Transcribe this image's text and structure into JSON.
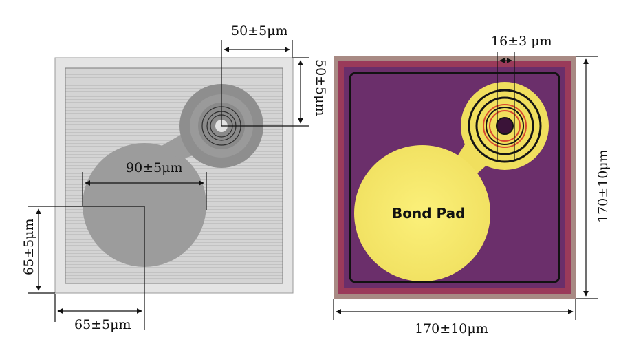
{
  "layout_drawing": {
    "dims": {
      "ring_x_offset": "50±5μm",
      "ring_y_offset": "50±5μm",
      "pad_diameter": "90±5μm",
      "pad_y_offset": "65±5μm",
      "pad_x_offset": "65±5μm"
    },
    "colors": {
      "frame": "#e4e4e4",
      "background": "#d2d2d2",
      "pad": "#9c9c9c",
      "ring_outer": "#8e8e8e"
    }
  },
  "micrograph": {
    "pad_label": "Bond Pad",
    "dims": {
      "ring_width": "16±3 μm",
      "height": "170±10μm",
      "width": "170±10μm"
    },
    "colors": {
      "substrate": "#6a2e6a",
      "pad": "#f3e76a",
      "frame": "#a88a84"
    }
  }
}
